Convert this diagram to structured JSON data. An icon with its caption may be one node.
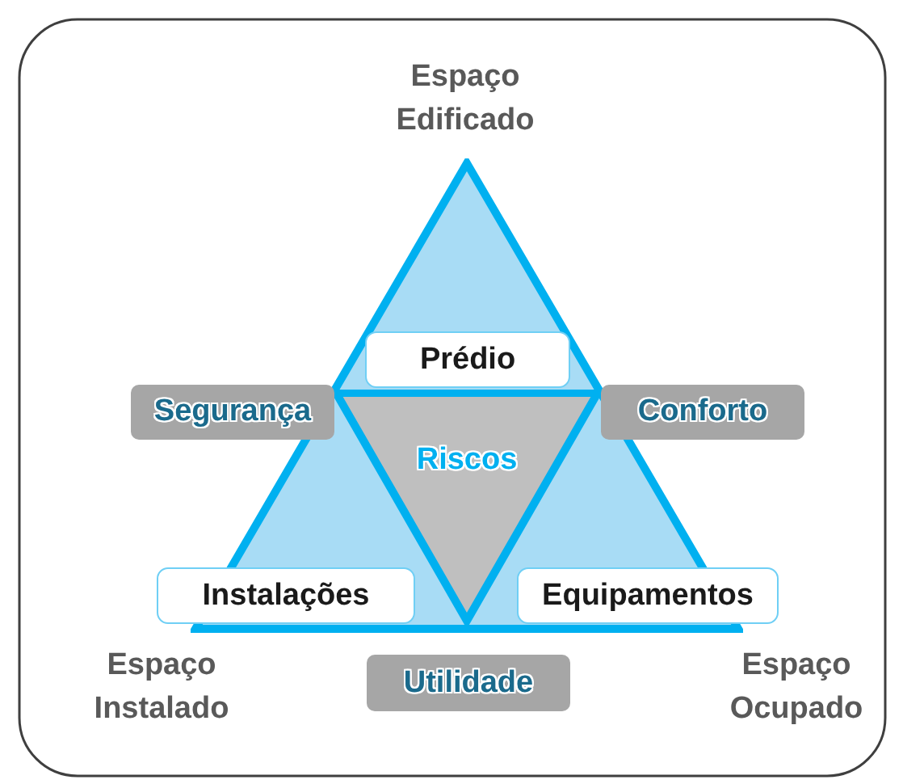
{
  "diagram": {
    "nodes": [
      {
        "text": [],
        "shape": "triangle",
        "beside": [
          "Espaço Edificado",
          "Espaço Instalado",
          "Espaço Ocupado"
        ]
      },
      {
        "text": [
          "Prédio"
        ],
        "in": 0
      },
      {
        "text": [
          "Segurança"
        ]
      },
      {
        "text": [
          "Riscos"
        ],
        "in": 0
      },
      {
        "text": [
          "Conforto"
        ]
      },
      {
        "text": [
          "Instalações"
        ]
      },
      {
        "text": [
          "Equipamentos"
        ]
      },
      {
        "text": [
          "Utilidade"
        ]
      }
    ]
  }
}
